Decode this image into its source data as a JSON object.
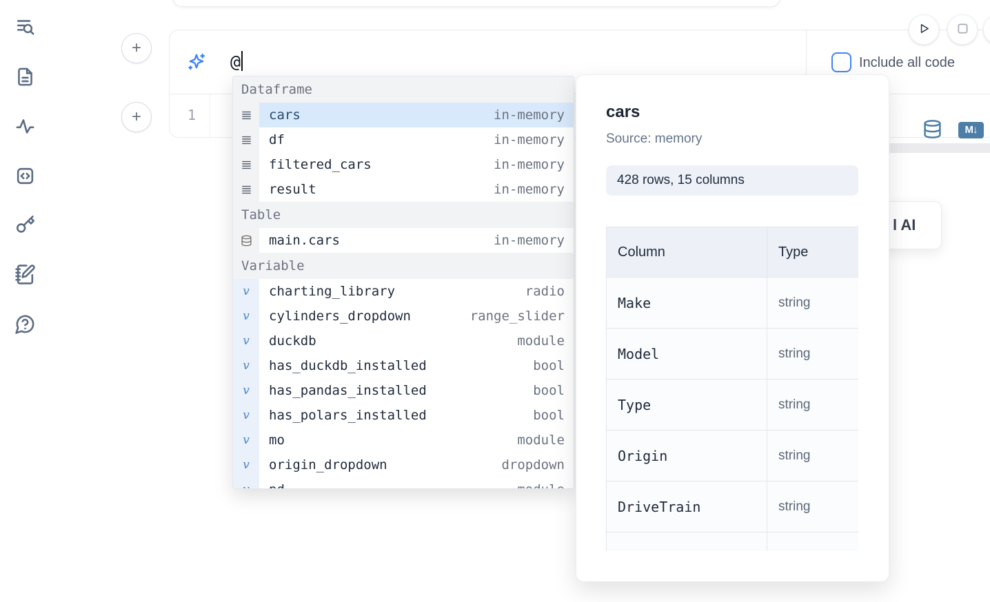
{
  "colors": {
    "accent_blue": "#3f83f8",
    "steel_blue": "#4d7ea8",
    "selection_bg": "#d8e9fb"
  },
  "sidebar": {
    "items": [
      {
        "icon": "list-search-icon"
      },
      {
        "icon": "file-text-icon"
      },
      {
        "icon": "activity-icon"
      },
      {
        "icon": "code-square-icon"
      },
      {
        "icon": "key-icon"
      },
      {
        "icon": "notebook-pen-icon"
      },
      {
        "icon": "help-chat-icon"
      }
    ]
  },
  "cell": {
    "ai_prompt": {
      "value": "@",
      "include_all_code": "Include all code",
      "checked": false
    },
    "editor": {
      "line_number": "1"
    },
    "markdown_badge": "M↓"
  },
  "autocomplete": {
    "sections": [
      {
        "label": "Dataframe",
        "items": [
          {
            "name": "cars",
            "type": "in-memory",
            "selected": true
          },
          {
            "name": "df",
            "type": "in-memory"
          },
          {
            "name": "filtered_cars",
            "type": "in-memory"
          },
          {
            "name": "result",
            "type": "in-memory"
          }
        ]
      },
      {
        "label": "Table",
        "items": [
          {
            "name": "main.cars",
            "type": "in-memory"
          }
        ]
      },
      {
        "label": "Variable",
        "items": [
          {
            "name": "charting_library",
            "type": "radio"
          },
          {
            "name": "cylinders_dropdown",
            "type": "range_slider"
          },
          {
            "name": "duckdb",
            "type": "module"
          },
          {
            "name": "has_duckdb_installed",
            "type": "bool"
          },
          {
            "name": "has_pandas_installed",
            "type": "bool"
          },
          {
            "name": "has_polars_installed",
            "type": "bool"
          },
          {
            "name": "mo",
            "type": "module"
          },
          {
            "name": "origin_dropdown",
            "type": "dropdown"
          },
          {
            "name": "pd",
            "type": "module"
          }
        ]
      }
    ],
    "variable_glyph": "v"
  },
  "preview": {
    "title": "cars",
    "source": "Source: memory",
    "shape": "428 rows, 15 columns",
    "table": {
      "col_header": "Column",
      "type_header": "Type",
      "rows": [
        [
          "Make",
          "string"
        ],
        [
          "Model",
          "string"
        ],
        [
          "Type",
          "string"
        ],
        [
          "Origin",
          "string"
        ],
        [
          "DriveTrain",
          "string"
        ]
      ]
    }
  },
  "fragments": {
    "ai_button": "l AI"
  }
}
